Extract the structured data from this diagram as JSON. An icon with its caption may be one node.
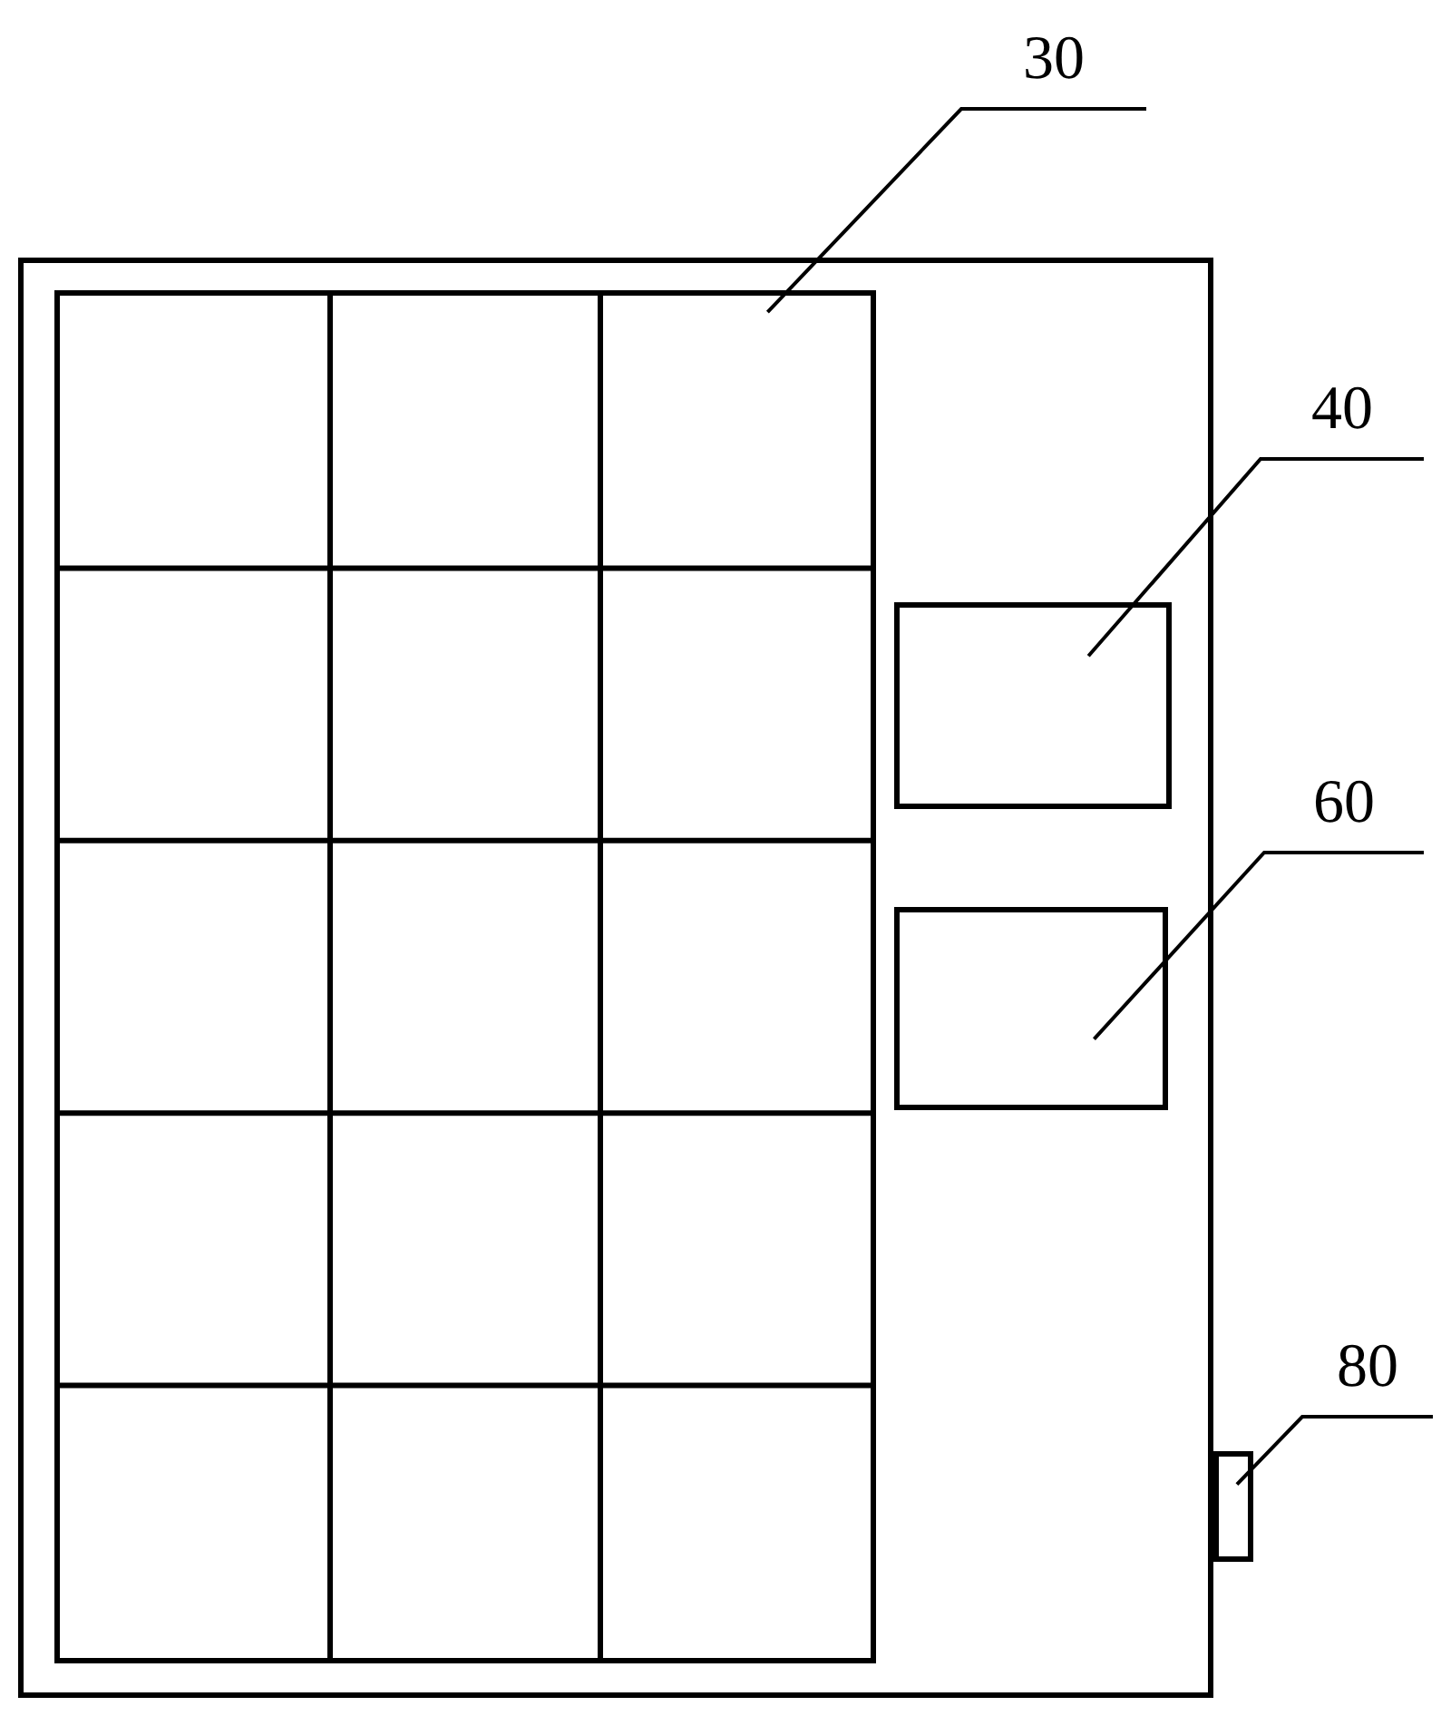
{
  "diagram": {
    "nodes": [
      {
        "text": [],
        "shape": "box"
      },
      {
        "text": [],
        "shape": "box",
        "in": 0
      },
      {
        "text": [],
        "shape": "box",
        "in": 0
      },
      {
        "text": [],
        "shape": "box",
        "in": 0
      },
      {
        "text": [],
        "shape": "box"
      },
      {
        "text": [
          "30"
        ]
      },
      {
        "text": [
          "40"
        ]
      },
      {
        "text": [
          "60"
        ]
      },
      {
        "text": [
          "80"
        ]
      }
    ],
    "edges": [
      {
        "from": 5,
        "to": 1,
        "arrow": "none"
      },
      {
        "from": 6,
        "to": 2,
        "arrow": "none"
      },
      {
        "from": 7,
        "to": 3,
        "arrow": "none"
      },
      {
        "from": 8,
        "to": 4,
        "arrow": "none"
      }
    ]
  }
}
